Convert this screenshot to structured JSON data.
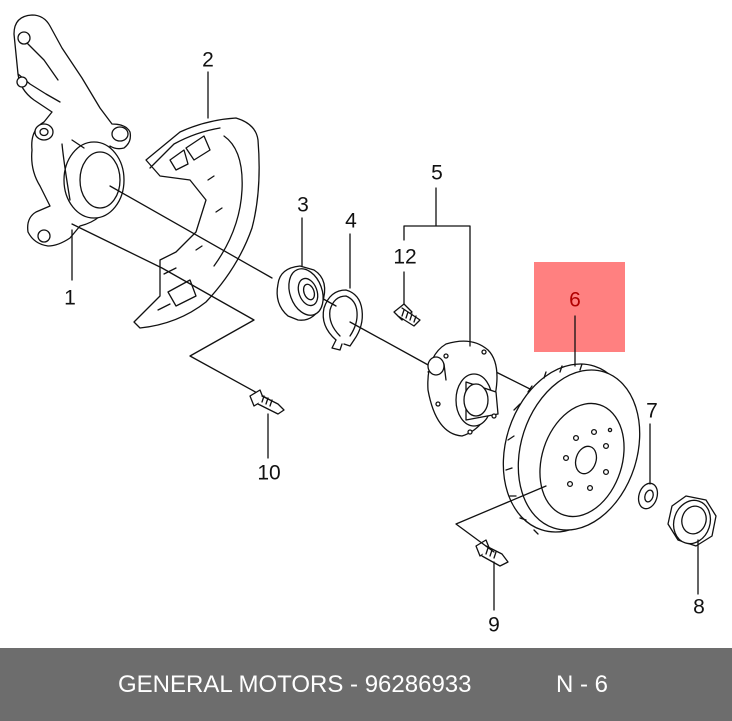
{
  "callouts": {
    "c1": "1",
    "c2": "2",
    "c3": "3",
    "c4": "4",
    "c5": "5",
    "c6": "6",
    "c7": "7",
    "c8": "8",
    "c9": "9",
    "c10": "10",
    "c12": "12"
  },
  "highlight": {
    "part": "6",
    "color": "#ff8080"
  },
  "footer": {
    "brand_part": "GENERAL MOTORS - 96286933",
    "ref": "N - 6",
    "background": "#6d6d6d"
  }
}
